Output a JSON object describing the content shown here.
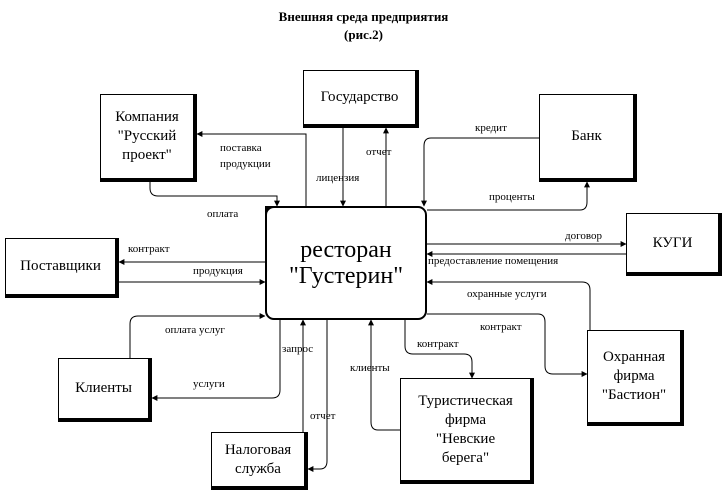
{
  "title": {
    "line1": "Внешняя среда предприятия",
    "line2": "(рис.2)"
  },
  "center": {
    "line1": "ресторан",
    "line2": "\"Густерин\""
  },
  "entities": {
    "company": [
      "Компания",
      "\"Русский",
      "проект\""
    ],
    "state": "Государство",
    "bank": "Банк",
    "kugi": "КУГИ",
    "suppliers": "Поставщики",
    "clients": "Клиенты",
    "security": [
      "Охранная",
      "фирма",
      "\"Бастион\""
    ],
    "tourist": [
      "Туристическая",
      "фирма",
      "\"Невские",
      "берега\""
    ],
    "tax": [
      "Налоговая",
      "служба"
    ]
  },
  "flows": {
    "supply_products": [
      "поставка",
      "продукции"
    ],
    "payment": "оплата",
    "license": "лицензия",
    "report_state": "отчет",
    "credit": "кредит",
    "interest": "проценты",
    "contract_kugi": "договор",
    "premises": "предоставление помещения",
    "contract_suppliers": "контракт",
    "products": "продукция",
    "security_services": "охранные услуги",
    "contract_security": "контракт",
    "payment_services": "оплата услуг",
    "contract_tourist": "контракт",
    "services": "услуги",
    "request": "запрос",
    "clients_flow": "клиенты",
    "report_tax": "отчет"
  }
}
